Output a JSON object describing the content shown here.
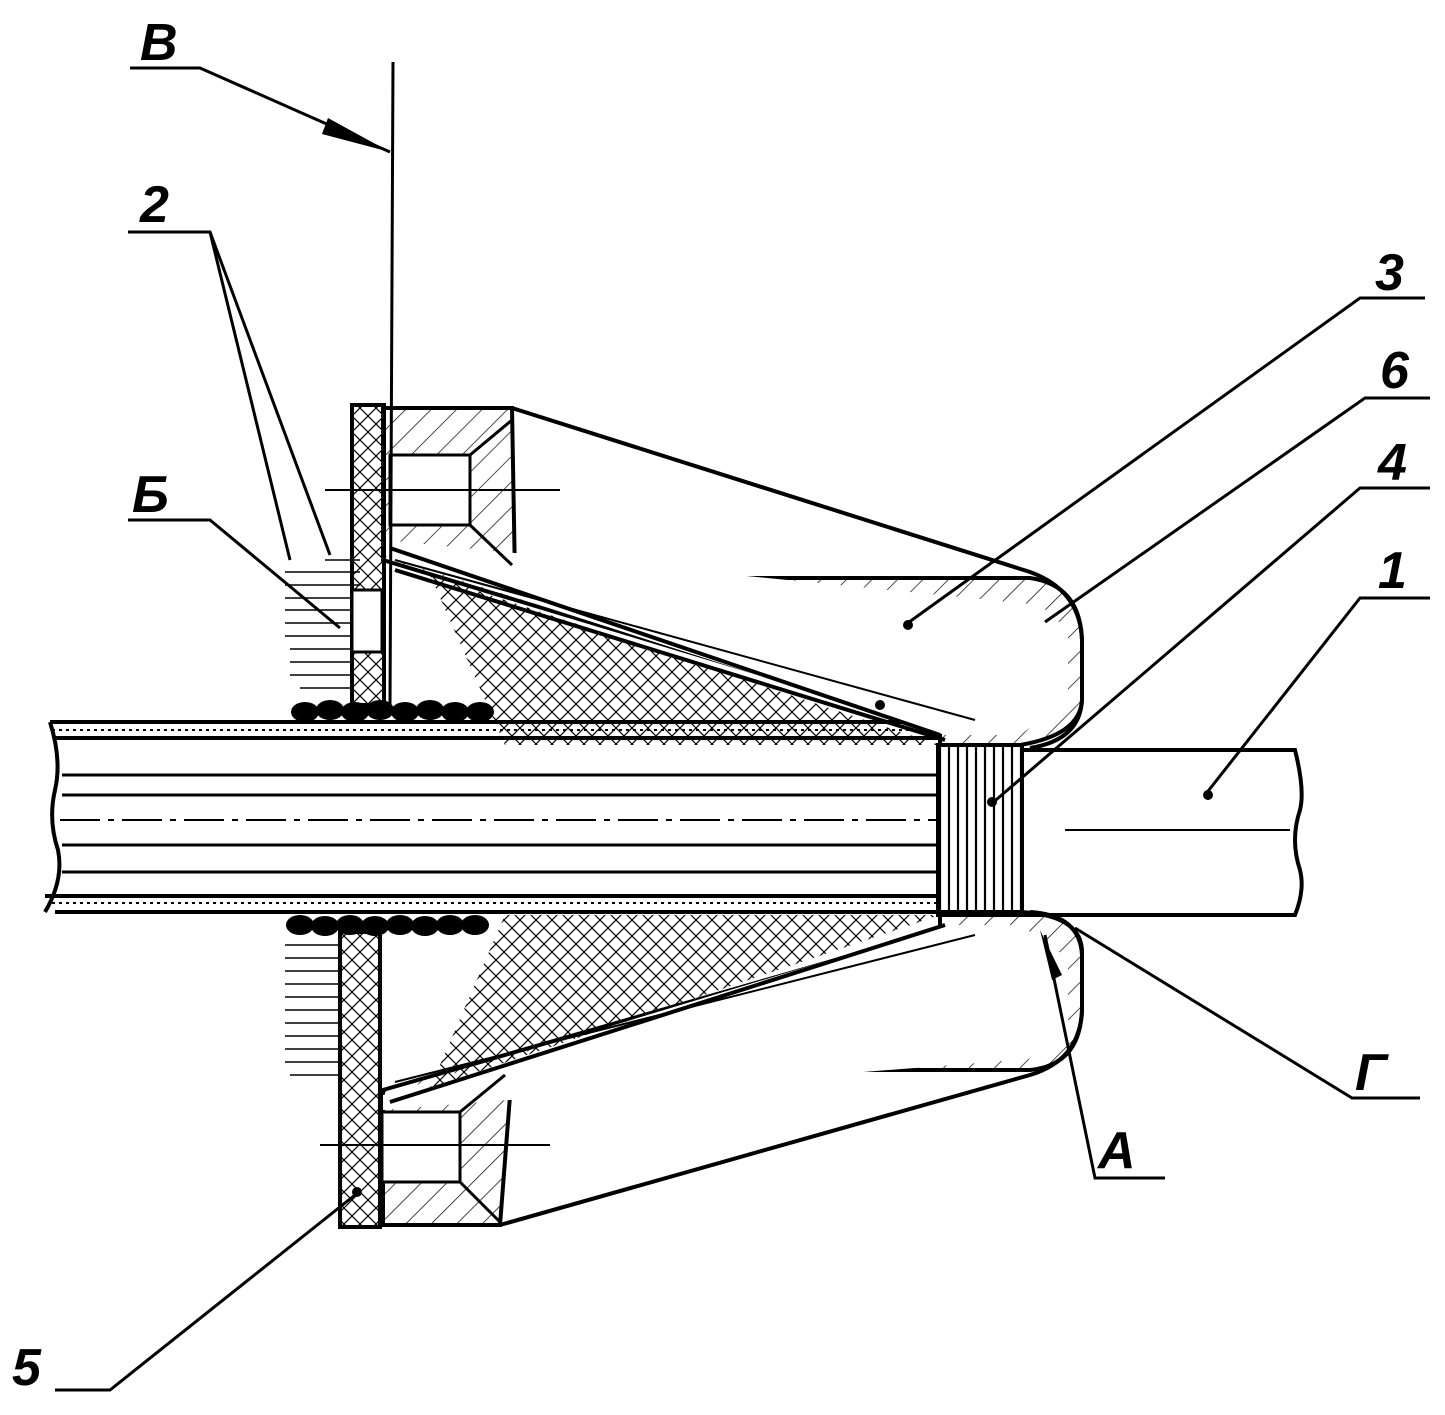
{
  "labels": {
    "V": "В",
    "two": "2",
    "B": "Б",
    "three": "3",
    "six": "6",
    "four": "4",
    "one": "1",
    "G": "Г",
    "A": "А",
    "five": "5"
  },
  "colors": {
    "ink": "#000000",
    "paper": "#ffffff"
  }
}
